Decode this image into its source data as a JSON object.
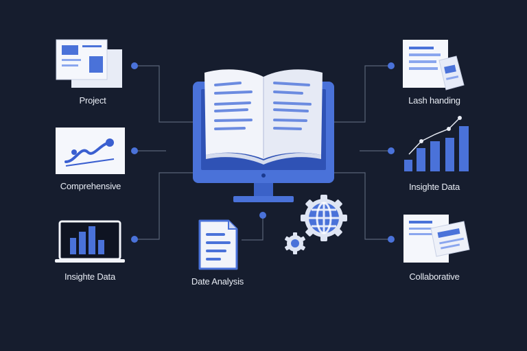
{
  "colors": {
    "background": "#161d2e",
    "accent": "#4a72d9",
    "accent_light": "#8aa6ee",
    "paper": "#f2f4fa",
    "connector": "#5a6478",
    "label": "#e8ecf4"
  },
  "hub": {
    "name": "monitor-with-open-book",
    "icon": "book-icon"
  },
  "nodes": [
    {
      "id": "project",
      "label": "Project",
      "icon": "documents-icon"
    },
    {
      "id": "comprehensive",
      "label": "Comprehensive",
      "icon": "line-chart-icon"
    },
    {
      "id": "insight-left",
      "label": "Insighte Data",
      "icon": "laptop-bar-chart-icon"
    },
    {
      "id": "data-analysis",
      "label": "Date Analysis",
      "icon": "document-icon"
    },
    {
      "id": "lash",
      "label": "Lash handing",
      "icon": "files-icon"
    },
    {
      "id": "insight-right",
      "label": "Insighte Data",
      "icon": "rising-bar-chart-icon"
    },
    {
      "id": "collaborative",
      "label": "Collaborative",
      "icon": "shared-documents-icon"
    }
  ],
  "decor": {
    "gears": "gears-icon",
    "globe": "globe-icon"
  }
}
